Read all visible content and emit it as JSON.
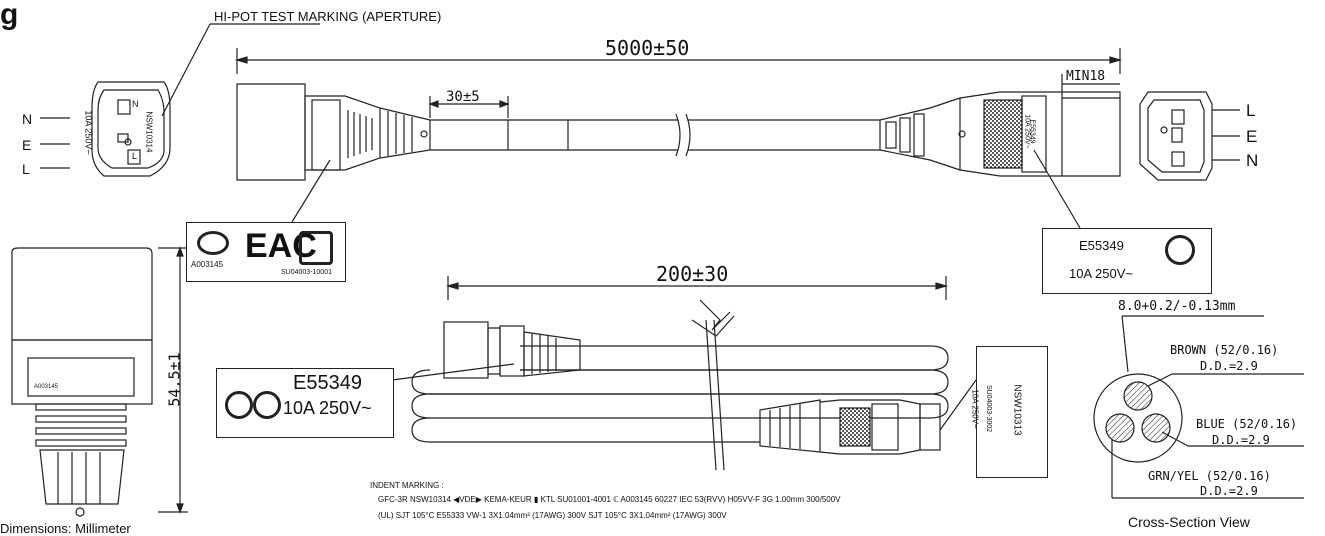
{
  "title_fragment": "g",
  "callouts": {
    "hipot": "HI-POT TEST MARKING (APERTURE)"
  },
  "dimensions": {
    "total_length": "5000±50",
    "strip_length": "30±5",
    "min18": "MIN18",
    "bundle_length": "200±30",
    "height": "54.5±1",
    "cable_od": "8.0+0.2/-0.13mm"
  },
  "pin_labels_left": [
    "N",
    "E",
    "L"
  ],
  "pin_labels_right": [
    "L",
    "E",
    "N"
  ],
  "face_left": {
    "pin_n": "N",
    "pin_l": "L",
    "rating": "10A 250V~",
    "code": "NSW10314"
  },
  "label_plug_cert": {
    "ccc_code": "A003145",
    "kc_code": "SU04003-10001"
  },
  "label_csa": {
    "file": "E55349",
    "rating": "10A  250V~"
  },
  "label_ul": {
    "file": "E55349",
    "rating": "10A 250V~"
  },
  "label_c13_side": {
    "code": "NSW10313",
    "kc": "SU04003-3002",
    "rating": "10A 250V~"
  },
  "connector_marks": {
    "plug_side": "A003145",
    "c13_top": "E55349",
    "c13_rating": "10A 250V~"
  },
  "cross_section": {
    "brown_label": "BROWN (52/0.16)",
    "brown_od": "D.D.=2.9",
    "blue_label": "BLUE (52/0.16)",
    "blue_od": "D.D.=2.9",
    "gy_label": "GRN/YEL (52/0.16)",
    "gy_od": "D.D.=2.9",
    "caption": "Cross-Section  View"
  },
  "indent_marking": {
    "heading": "INDENT MARKING :",
    "line1": "GFC-3R NSW10314 ◀VDE▶ KEMA-KEUR ▮ KTL SU01001-4001 ℂ A003145 60227 IEC 53(RVV) H05VV-F 3G 1.00mm 300/500V",
    "line2": "(UL) SJT 105°C E55333  VW-1  3X1.04mm² (17AWG) 300V  SJT 105°C 3X1.04mm² (17AWG) 300V"
  },
  "footer_note": "Dimensions: Millimeter"
}
